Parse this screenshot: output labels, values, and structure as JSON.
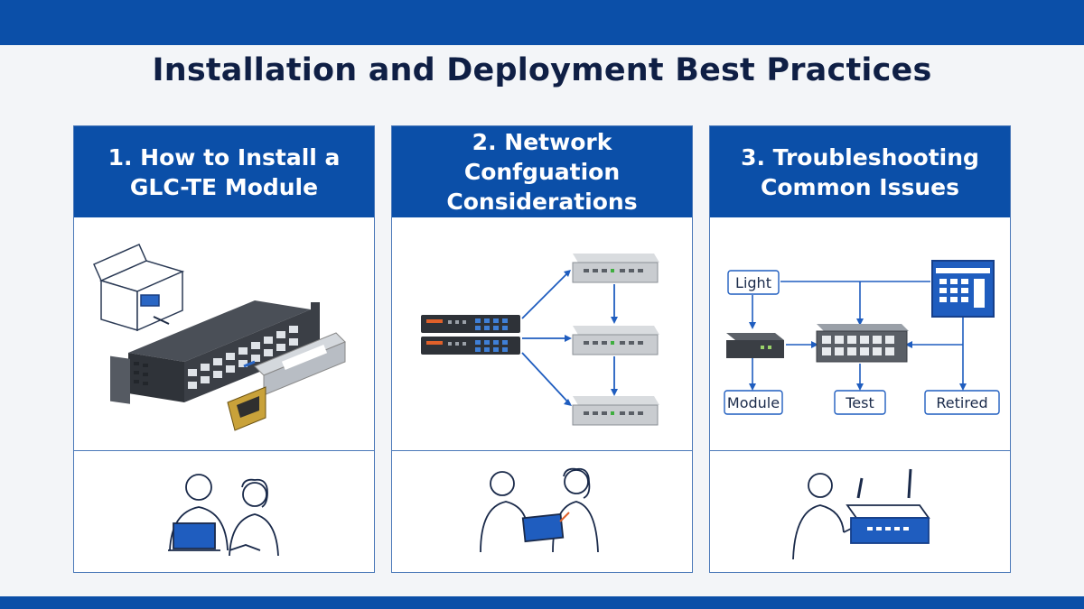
{
  "title": "Installation and Deployment Best Practices",
  "colors": {
    "brand_blue": "#0b4fa8",
    "navy_text": "#0f1f45",
    "panel_border": "#4a78b8"
  },
  "panels": [
    {
      "heading": "1. How to Install a\nGLC-TE Module",
      "illustration": "switch-with-sfp-module",
      "footer_icon": "two-people-laptop-icon"
    },
    {
      "heading": "2. Network Confguation\nConsiderations",
      "illustration": "switch-topology-diagram",
      "footer_icon": "two-people-tablet-icon"
    },
    {
      "heading": "3. Troubleshooting\nCommon Issues",
      "illustration": "troubleshooting-flow-diagram",
      "footer_icon": "person-router-icon"
    }
  ],
  "troubleshooting_labels": {
    "light": "Light",
    "module": "Module",
    "test": "Test",
    "retired": "Retired"
  }
}
